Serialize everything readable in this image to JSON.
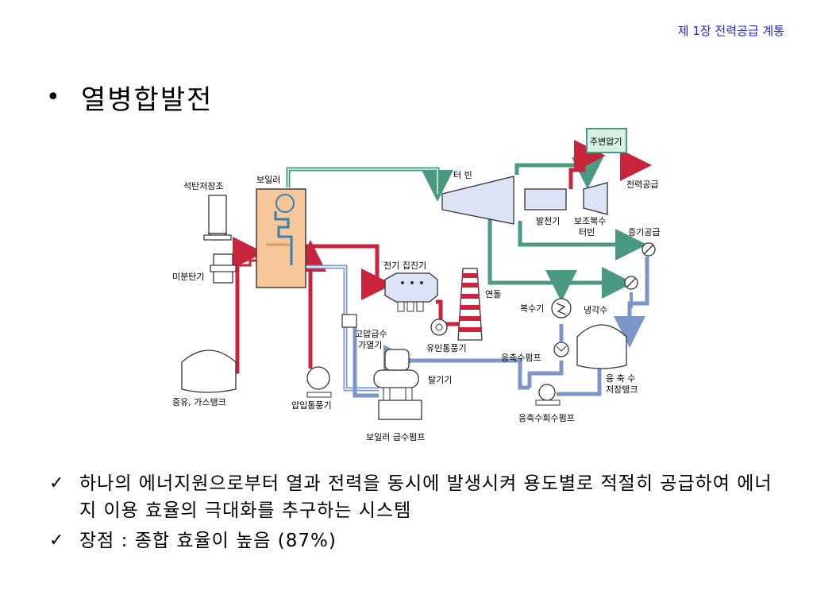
{
  "header": {
    "chapter": "제 1장 전력공급 계통"
  },
  "title": "열병합발전",
  "diagram": {
    "labels": {
      "coal_bunker": "석탄저장조",
      "boiler": "보일러",
      "turbine": "터 빈",
      "transformer": "주변압기",
      "power_supply": "전력공급",
      "generator": "발전기",
      "aux_turbine_line1": "보조복수",
      "aux_turbine_line2": "터빈",
      "steam_supply": "증기공급",
      "pulverizer": "미분탄기",
      "esp": "전기 집진기",
      "chimney": "연돌",
      "condenser": "복수기",
      "cooling_water": "냉각수",
      "hp_heater_line1": "고압급수",
      "hp_heater_line2": "가열기",
      "id_fan": "유인통풍기",
      "condensate_pump": "응축수펌프",
      "oil_gas_tank": "중유, 가스탱크",
      "fd_fan": "압입통풍기",
      "deaerator": "탈기기",
      "condensate_tank_line1": "응 축 수",
      "condensate_tank_line2": "저장탱크",
      "return_pump": "응축수회수펌프",
      "feed_pump": "보일러 급수펌프"
    }
  },
  "points": [
    {
      "mark": "✓",
      "text": "하나의 에너지원으로부터 열과 전력을 동시에 발생시켜 용도별로 적절히 공급하여 에너지 이용 효율의 극대화를 추구하는 시스템"
    },
    {
      "mark": "✓",
      "text": "장점 : 종합 효율이 높음 (87%)"
    }
  ]
}
